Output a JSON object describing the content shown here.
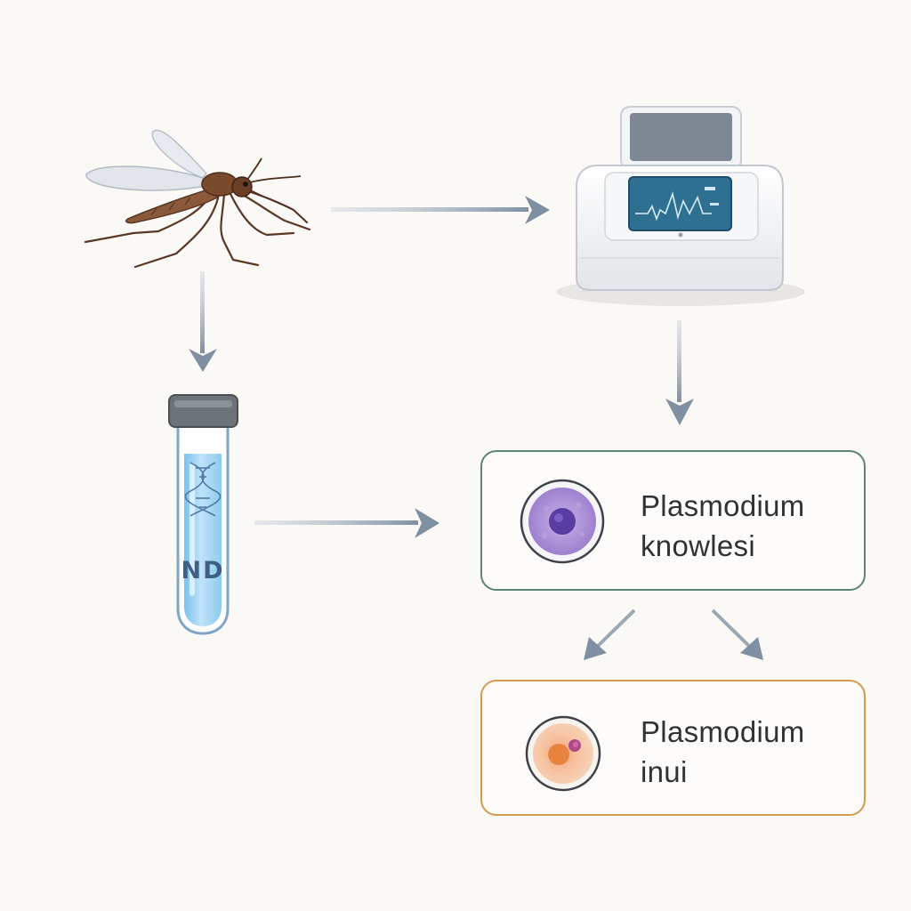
{
  "nodes": {
    "mosquito": {
      "icon": "mosquito-icon"
    },
    "analyzer": {
      "icon": "analyzer-device-icon"
    },
    "sample_tube": {
      "icon": "test-tube-icon",
      "label": "ND"
    },
    "result_primary": {
      "icon": "purple-cell-icon",
      "label": "Plasmodium\nknowlesi",
      "border_color": "#5f8470"
    },
    "result_secondary": {
      "icon": "orange-cell-icon",
      "label": "Plasmodium\ninui",
      "border_color": "#d49a4e"
    }
  },
  "colors": {
    "background": "#fbf9f5",
    "arrow": "#8a9aab",
    "screen": "#2f6f92",
    "tube_liquid": "#9fd0f0"
  }
}
